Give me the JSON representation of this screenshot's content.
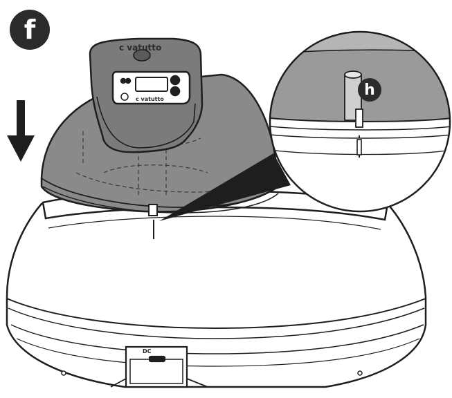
{
  "step": {
    "label": "f"
  },
  "callout": {
    "label": "h"
  },
  "device": {
    "brand_top": "c  vatutto",
    "brand_panel": "c  vatutto",
    "rear_label": "DC"
  },
  "colors": {
    "ink": "#1e1e1e",
    "lid": "#8a8a8a",
    "lid_dark": "#6b6b6b",
    "base": "#ffffff",
    "badge": "#2b2b2b"
  }
}
